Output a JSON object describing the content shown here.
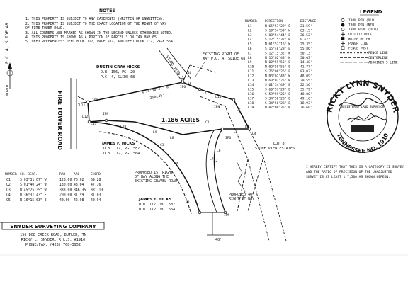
{
  "sheet_marks": {
    "rotated_ref": "P.C. 4, SLIDE 48",
    "north_label": "NORTH"
  },
  "notes": {
    "title": "NOTES",
    "lines": [
      "1. THIS PROPERTY IS SUBJECT TO ANY EASEMENTS (WRITTEN OR UNWRITTEN).",
      "2. THIS PROPERTY IS SUBJECT TO THE EXACT LOCATION OF THE RIGHT OF WAY",
      "   OF FIRE TOWER ROAD.",
      "3. ALL CORNERS ARE MARKED AS SHOWN IN THE LEGEND UNLESS OTHERWISE NOTED.",
      "4. THIS PROPERTY IS SHOWN AS A PORTION OF PARCEL 3 ON TAX MAP 65.",
      "5. DEED REFERENCES: DEED BOOK 117, PAGE 587, AND DEED BOOK 112, PAGE 564."
    ]
  },
  "line_table": {
    "headers": [
      "NUMBER",
      "DIRECTION",
      "DISTANCE"
    ],
    "rows": [
      [
        "L1",
        "N 65°57'29\" E",
        "21.59'"
      ],
      [
        "L2",
        "S 19°54'59\" W",
        "63.15'"
      ],
      [
        "L3",
        "S 08°54'44\" E",
        "36.52'"
      ],
      [
        "L4",
        "S 12°15'32\" W",
        "9.67'"
      ],
      [
        "L5",
        "N 61°57'16\" W",
        "25.35'"
      ],
      [
        "L6",
        "S 15°48'28\" E",
        "55.86'"
      ],
      [
        "L7",
        "S 12°15'32\" W",
        "50.13'"
      ],
      [
        "L8",
        "N 15°02'43\" W",
        "50.03'"
      ],
      [
        "L9",
        "N 02°59'56\" E",
        "14.48'"
      ],
      [
        "L10",
        "N 02°59'56\" E",
        "41.77'"
      ],
      [
        "L11",
        "S 76°06'26\" E",
        "83.03'"
      ],
      [
        "L12",
        "N 03°02'43\" W",
        "48.09'"
      ],
      [
        "L13",
        "N 60°02'25\" W",
        "20.55'"
      ],
      [
        "L14",
        "S 61°34'49\" E",
        "22.36'"
      ],
      [
        "L15",
        "S 60°57'29\" E",
        "35.79'"
      ],
      [
        "L16",
        "S 59°59'26\" E",
        "48.00'"
      ],
      [
        "L17",
        "S 34°50'28\" E",
        "49.16'"
      ],
      [
        "L18",
        "S 34°50'28\" E",
        "18.93'"
      ],
      [
        "L19",
        "N 07°00'35\" W",
        "26.60'"
      ]
    ]
  },
  "legend": {
    "title": "LEGEND",
    "items": [
      {
        "symbol": "circle-hollow",
        "label": "IRON PIN (OLD)"
      },
      {
        "symbol": "circle-filled",
        "label": "IRON PIN (NEW)"
      },
      {
        "symbol": "circle-dot",
        "label": "IRON PIPE (OLD)"
      },
      {
        "symbol": "utility-pole",
        "label": "UTILITY POLE"
      },
      {
        "symbol": "square-hatched",
        "label": "WATER METER"
      },
      {
        "symbol": "cross",
        "label": "POWER LINE"
      },
      {
        "symbol": "square-hollow",
        "label": "FENCE POST"
      },
      {
        "symbol": "fence-line",
        "label": "FENCE LINE"
      },
      {
        "symbol": "dash-line",
        "label": "CENTERLINE"
      },
      {
        "symbol": "adjoiner-line",
        "label": "ADJOINER'S LINE"
      }
    ]
  },
  "curve_table": {
    "headers": [
      "NUMBER",
      "CH. BEAR.",
      "RAD",
      "ARC",
      "CHORD"
    ],
    "rows": [
      [
        "C1",
        "S 03°31'07\" W",
        "128.60",
        "70.02",
        "69.28"
      ],
      [
        "C2",
        "S 01°40'24\" W",
        "130.00",
        "48.04",
        "47.76"
      ],
      [
        "C3",
        "N 45°25'35\" W",
        "333.00",
        "346.35",
        "331.13"
      ],
      [
        "C4",
        "N 36°31'43\" E",
        "200.00",
        "81.59",
        "81.03"
      ],
      [
        "C5",
        "N 16°15'03\" E",
        "40.00",
        "42.98",
        "40.94"
      ]
    ]
  },
  "company": {
    "name": "SNYDER SURVEYING COMPANY",
    "address": "156 DOE CREEK ROAD, BUTLER, TN",
    "surveyor": "RICKY L. SNYDER, R.L.S. #1910",
    "phone": "PHONE/FAX: (423) 768-3952"
  },
  "certification": [
    "I HEREBY CERTIFY THAT THIS IS A CATEGORY II SURVEY",
    "AND THE RATIO OF PRECISION OF THE UNADJUSTED",
    "SURVEY IS AT LEAST 1:7,500 AS SHOWN HEREON."
  ],
  "seal": {
    "name": "RICKY LYNN SNYDER",
    "middle": "REGISTERED LAND SURVEYOR",
    "bottom": "TENNESSEE NO. 1910"
  },
  "map": {
    "area": "1.186 ACRES",
    "road": "FIRE TOWER ROAD",
    "parcels": [
      {
        "name": "DUSTIN GRAY HICKS",
        "ref1": "D.B. 156, PG. 20",
        "ref2": "P.C. 4, SLIDE 68"
      },
      {
        "name": "JAMES F. HICKS",
        "ref1": "D.B. 117, PG. 587",
        "ref2": "D.B. 112, PG. 564"
      },
      {
        "name": "JAMES F. HICKS",
        "ref1": "D.B. 117, PG. 587",
        "ref2": "D.B. 112, PG. 564"
      }
    ],
    "existing_row": [
      "EXISTING RIGHT OF",
      "WAY P.C. 4, SLIDE 68"
    ],
    "lot": [
      "LOT 8",
      "STONE VIEW ESTATES"
    ],
    "proposed_15": [
      "PROPOSED 15' RIGHT",
      "OF WAY ALONG THE",
      "EXISTING GRAVEL ROAD"
    ],
    "proposed_40": [
      "PROPOSED 40'",
      "RIGHT OF WAY"
    ],
    "bearing_top": "N 76°50'31\" E",
    "dist_top": "250.45'",
    "stone_view": "STONE VIEW DR.",
    "scale_40": "40'",
    "labels": {
      "ipo": "IPO",
      "ipn": "IPN",
      "l1": "L1",
      "l2": "L2",
      "l3": "L3",
      "l4": "L4",
      "l5": "L5",
      "l6": "L6",
      "l7": "L7",
      "l8": "L8",
      "l9": "L9",
      "l10": "L10",
      "l11": "L11",
      "l12": "L12",
      "l13": "L13",
      "l14": "L14",
      "l15": "L15",
      "l16": "L16",
      "c1": "C1",
      "c2": "C2",
      "c3": "C3",
      "c4": "C4",
      "c5": "C5"
    }
  }
}
